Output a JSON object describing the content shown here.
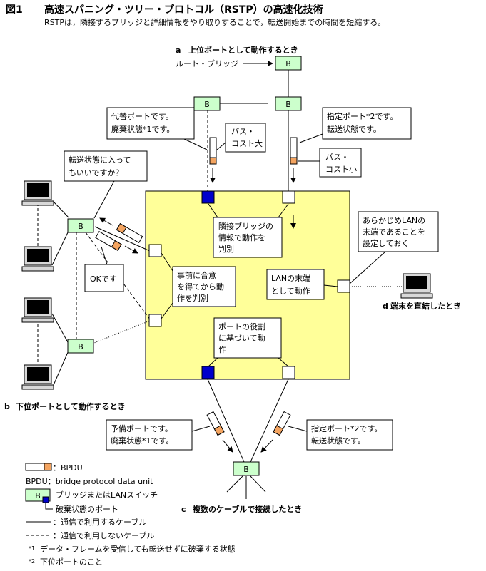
{
  "figure": {
    "number": "図1",
    "title": "高速スパニング・ツリー・プロトコル（RSTP）の高速化技術",
    "subtitle": "RSTPは，隣接するブリッジと詳細情報をやり取りすることで，転送開始までの時間を短縮する。"
  },
  "sections": {
    "a": {
      "letter": "a",
      "label": "上位ポートとして動作するとき"
    },
    "b": {
      "letter": "b",
      "label": "下位ポートとして動作するとき"
    },
    "c": {
      "letter": "c",
      "label": "複数のケーブルで接続したとき"
    },
    "d": {
      "letter": "d",
      "label": "端末を直結したとき"
    }
  },
  "bridge_label": "B",
  "labels": {
    "root_bridge": "ルート・ブリッジ",
    "ok": "OKです"
  },
  "callouts": {
    "alt_port": [
      "代替ポートです。",
      "廃棄状態*1です。"
    ],
    "desig_port_top": [
      "指定ポート*2です。",
      "転送状態です。"
    ],
    "path_cost_high": [
      "パス・",
      "コスト大"
    ],
    "path_cost_low": [
      "パス・",
      "コスト小"
    ],
    "transfer_question": [
      "転送状態に入って",
      "もいいですか？"
    ],
    "neighbor_info": [
      "隣接ブリッジの",
      "情報で動作を",
      "判別"
    ],
    "prior_agreement": [
      "事前に合意",
      "を得てから動",
      "作を判別"
    ],
    "lan_preset": [
      "あらかじめLANの",
      "末端であることを",
      "設定しておく"
    ],
    "lan_edge": [
      "LANの末端",
      "として動作"
    ],
    "port_role": [
      "ポートの役割",
      "に基づいて動",
      "作"
    ],
    "backup_port": [
      "予備ポートです。",
      "廃棄状態*1です。"
    ],
    "desig_port_bottom": [
      "指定ポート*2です。",
      "転送状態です。"
    ]
  },
  "legend": {
    "bpdu": "：BPDU",
    "bpdu_def": "BPDU：bridge protocol data unit",
    "bridge_switch": "ブリッジまたはLANスイッチ",
    "discard_port": "破棄状態のポート",
    "used_cable": "：通信で利用するケーブル",
    "unused_cable": "：通信で利用しないケーブル",
    "note1_mark": "*1",
    "note1": "データ・フレームを受信しても転送せずに破棄する状態",
    "note2_mark": "*2",
    "note2": "下位ポートのこと"
  },
  "colors": {
    "bridge_fill": "#ccffcc",
    "center_fill": "#ffff99",
    "blocked_port": "#0000cc",
    "bpdu_tag": "#f4a460"
  }
}
